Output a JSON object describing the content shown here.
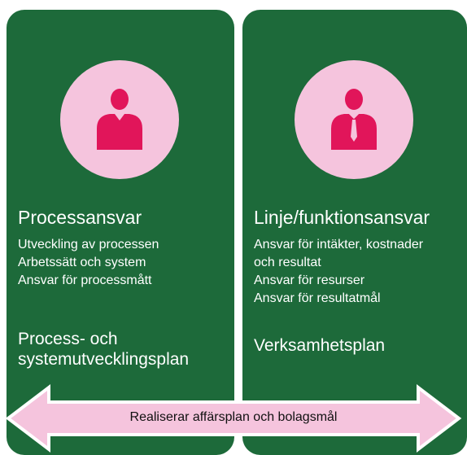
{
  "colors": {
    "panel_green": "#1d6a3a",
    "circle_pink": "#f5c4dd",
    "icon_magenta": "#e1155a",
    "arrow_pink": "#f5c4dd",
    "text_white": "#ffffff"
  },
  "left": {
    "icon": "person-icon",
    "title": "Processansvar",
    "lines": [
      "Utveckling av processen",
      "Arbetssätt och system",
      "Ansvar för processmått"
    ],
    "plan": "Process- och systemutvecklingsplan"
  },
  "right": {
    "icon": "businessman-icon",
    "title": "Linje/funktionsansvar",
    "lines": [
      "Ansvar för intäkter, kostnader",
      "och resultat",
      "Ansvar för resurser",
      "Ansvar för resultatmål"
    ],
    "plan": "Verksamhetsplan"
  },
  "arrow": {
    "icon": "double-arrow-icon",
    "label": "Realiserar affärsplan och bolagsmål"
  }
}
